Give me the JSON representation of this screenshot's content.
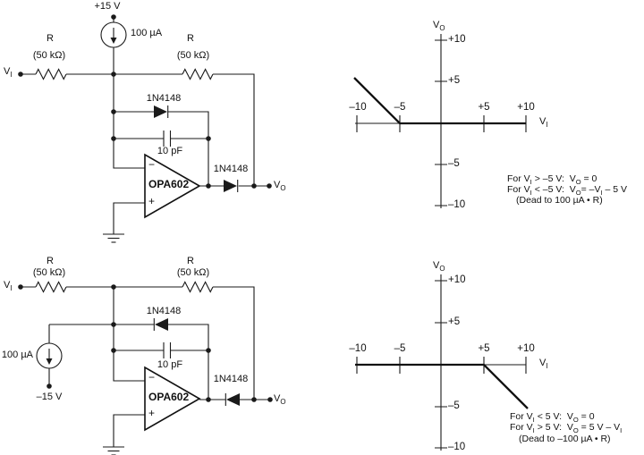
{
  "palette": {
    "ink": "#1a1a1a",
    "background": "#ffffff"
  },
  "circuits": {
    "top": {
      "supply_label": "+15 V",
      "current_source_label": "100 µA",
      "resistor_left": {
        "name": "R",
        "value": "(50 kΩ)"
      },
      "resistor_right": {
        "name": "R",
        "value": "(50 kΩ)"
      },
      "input_label": [
        {
          "text": "V"
        },
        {
          "sub": "I"
        }
      ],
      "feedback_diode_label": "1N4148",
      "capacitor_label": "10 pF",
      "opamp": {
        "part": "OPA602",
        "inverting": "−",
        "noninverting": "+"
      },
      "output_diode_label": "1N4148",
      "output_label": [
        {
          "text": "V"
        },
        {
          "sub": "O"
        }
      ]
    },
    "bottom": {
      "supply_label": "–15 V",
      "current_source_label": "100 µA",
      "resistor_left": {
        "name": "R",
        "value": "(50 kΩ)"
      },
      "resistor_right": {
        "name": "R",
        "value": "(50 kΩ)"
      },
      "input_label": [
        {
          "text": "V"
        },
        {
          "sub": "I"
        }
      ],
      "feedback_diode_label": "1N4148",
      "capacitor_label": "10 pF",
      "opamp": {
        "part": "OPA602",
        "inverting": "−",
        "noninverting": "+"
      },
      "output_diode_label": "1N4148",
      "output_label": [
        {
          "text": "V"
        },
        {
          "sub": "O"
        }
      ]
    }
  },
  "graphs": {
    "top": {
      "type": "line",
      "y_axis_label": [
        {
          "text": "V"
        },
        {
          "sub": "O"
        }
      ],
      "x_axis_label": [
        {
          "text": "V"
        },
        {
          "sub": "I"
        }
      ],
      "y_tick_labels": [
        "+10",
        "+5",
        "–5",
        "–10"
      ],
      "x_tick_labels": [
        "–10",
        "–5",
        "+5",
        "+10"
      ],
      "axis_range": [
        -10,
        10
      ],
      "transfer_line_vi_vo": [
        [
          -10.3,
          5.3
        ],
        [
          -5,
          0
        ],
        [
          10,
          0
        ]
      ],
      "notes": [
        [
          {
            "text": "For V"
          },
          {
            "sub": "I"
          },
          {
            "text": " > –5 V:  V"
          },
          {
            "sub": "O"
          },
          {
            "text": " = 0"
          }
        ],
        [
          {
            "text": "For V"
          },
          {
            "sub": "I"
          },
          {
            "text": " < –5 V:  V"
          },
          {
            "sub": "O"
          },
          {
            "text": "= –V"
          },
          {
            "sub": "I"
          },
          {
            "text": " – 5 V"
          }
        ],
        [
          {
            "text": "(Dead to 100 µA • R)"
          }
        ]
      ]
    },
    "bottom": {
      "type": "line",
      "y_axis_label": [
        {
          "text": "V"
        },
        {
          "sub": "O"
        }
      ],
      "x_axis_label": [
        {
          "text": "V"
        },
        {
          "sub": "I"
        }
      ],
      "y_tick_labels": [
        "+10",
        "+5",
        "–5",
        "–10"
      ],
      "x_tick_labels": [
        "–10",
        "–5",
        "+5",
        "+10"
      ],
      "axis_range": [
        -10,
        10
      ],
      "transfer_line_vi_vo": [
        [
          -10,
          0
        ],
        [
          5,
          0
        ],
        [
          10.2,
          -5.2
        ]
      ],
      "notes": [
        [
          {
            "text": "For V"
          },
          {
            "sub": "I"
          },
          {
            "text": " < 5 V:  V"
          },
          {
            "sub": "O"
          },
          {
            "text": " = 0"
          }
        ],
        [
          {
            "text": "For V"
          },
          {
            "sub": "I"
          },
          {
            "text": " > 5 V:  V"
          },
          {
            "sub": "O"
          },
          {
            "text": " = 5 V – V"
          },
          {
            "sub": "I"
          }
        ],
        [
          {
            "text": "(Dead to –100 µA • R)"
          }
        ]
      ]
    }
  }
}
